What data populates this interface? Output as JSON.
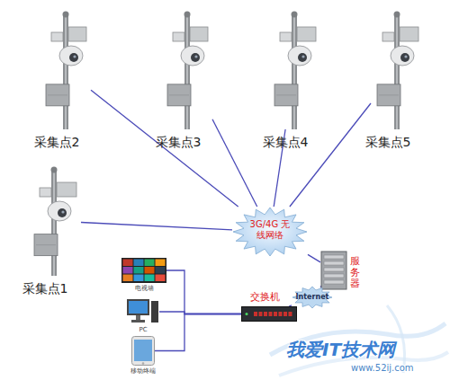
{
  "diagram": {
    "nodes": [
      {
        "text": [
          "采集点2"
        ]
      },
      {
        "text": [
          "采集点3"
        ]
      },
      {
        "text": [
          "采集点4"
        ]
      },
      {
        "text": [
          "采集点5"
        ]
      },
      {
        "text": [
          "采集点1"
        ]
      },
      {
        "text": [
          "3G/4G 无线网络"
        ]
      },
      {
        "text": [
          "服务器"
        ]
      },
      {
        "text": [
          "电视墙"
        ]
      },
      {
        "text": [
          "Internet"
        ]
      },
      {
        "text": [
          "PC"
        ]
      },
      {
        "text": [
          "交换机"
        ]
      },
      {
        "text": [
          "移动终端"
        ]
      }
    ],
    "edges": [
      {
        "from": 0,
        "to": 5,
        "arrow": "none"
      },
      {
        "from": 1,
        "to": 5,
        "arrow": "none"
      },
      {
        "from": 2,
        "to": 5,
        "arrow": "none"
      },
      {
        "from": 3,
        "to": 5,
        "arrow": "none"
      },
      {
        "from": 4,
        "to": 5,
        "arrow": "none"
      },
      {
        "from": 5,
        "to": 6,
        "arrow": "none"
      },
      {
        "from": 6,
        "to": 8,
        "arrow": "none"
      },
      {
        "from": 8,
        "to": 10,
        "arrow": "none"
      },
      {
        "from": 10,
        "to": 7,
        "arrow": "none"
      },
      {
        "from": 10,
        "to": 9,
        "arrow": "none"
      },
      {
        "from": 10,
        "to": 11,
        "arrow": "none"
      }
    ],
    "labels": [
      "我爱IT技术网",
      "www.52ij.com"
    ]
  }
}
